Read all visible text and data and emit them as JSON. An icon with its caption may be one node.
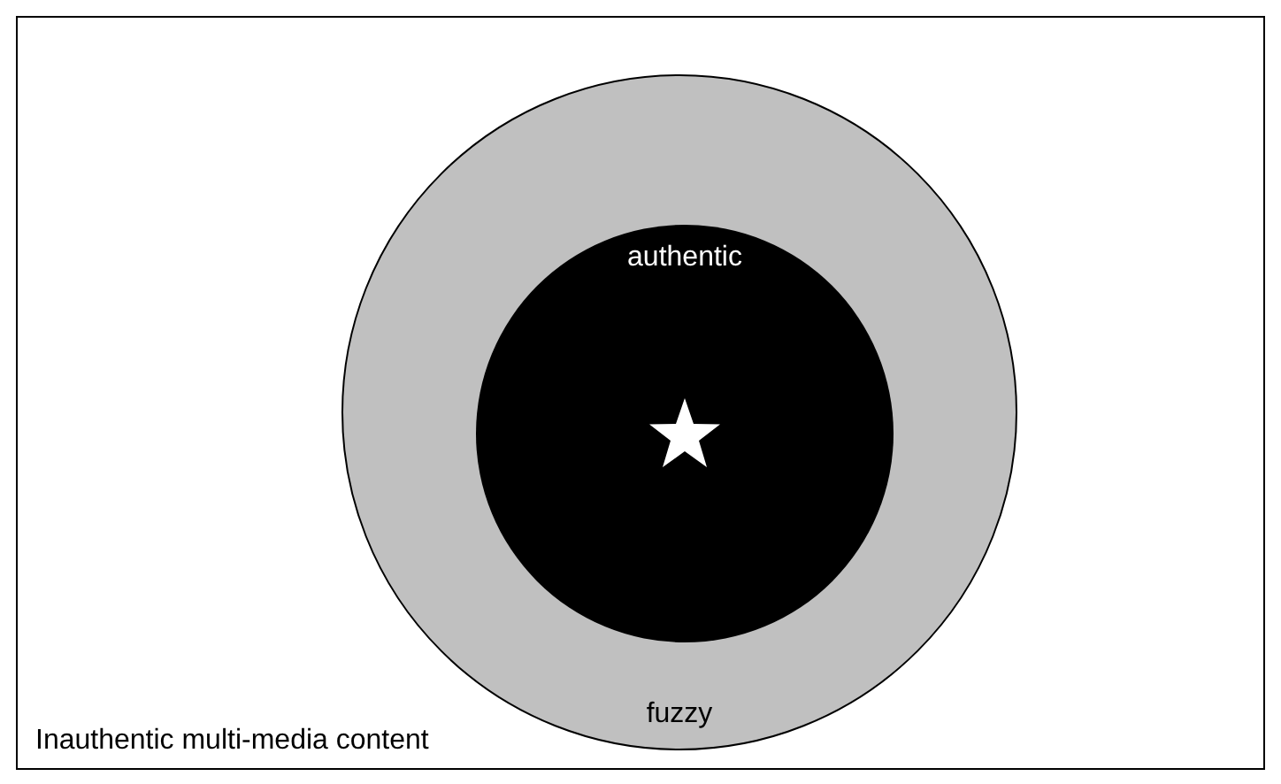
{
  "diagram": {
    "nodes": [
      {
        "text": [
          "Inauthentic multi-media content"
        ]
      },
      {
        "text": [
          "fuzzy"
        ],
        "in": 0
      },
      {
        "text": [
          "authentic"
        ],
        "in": 1
      },
      {
        "text": [],
        "shape": "star",
        "in": 2
      }
    ]
  }
}
